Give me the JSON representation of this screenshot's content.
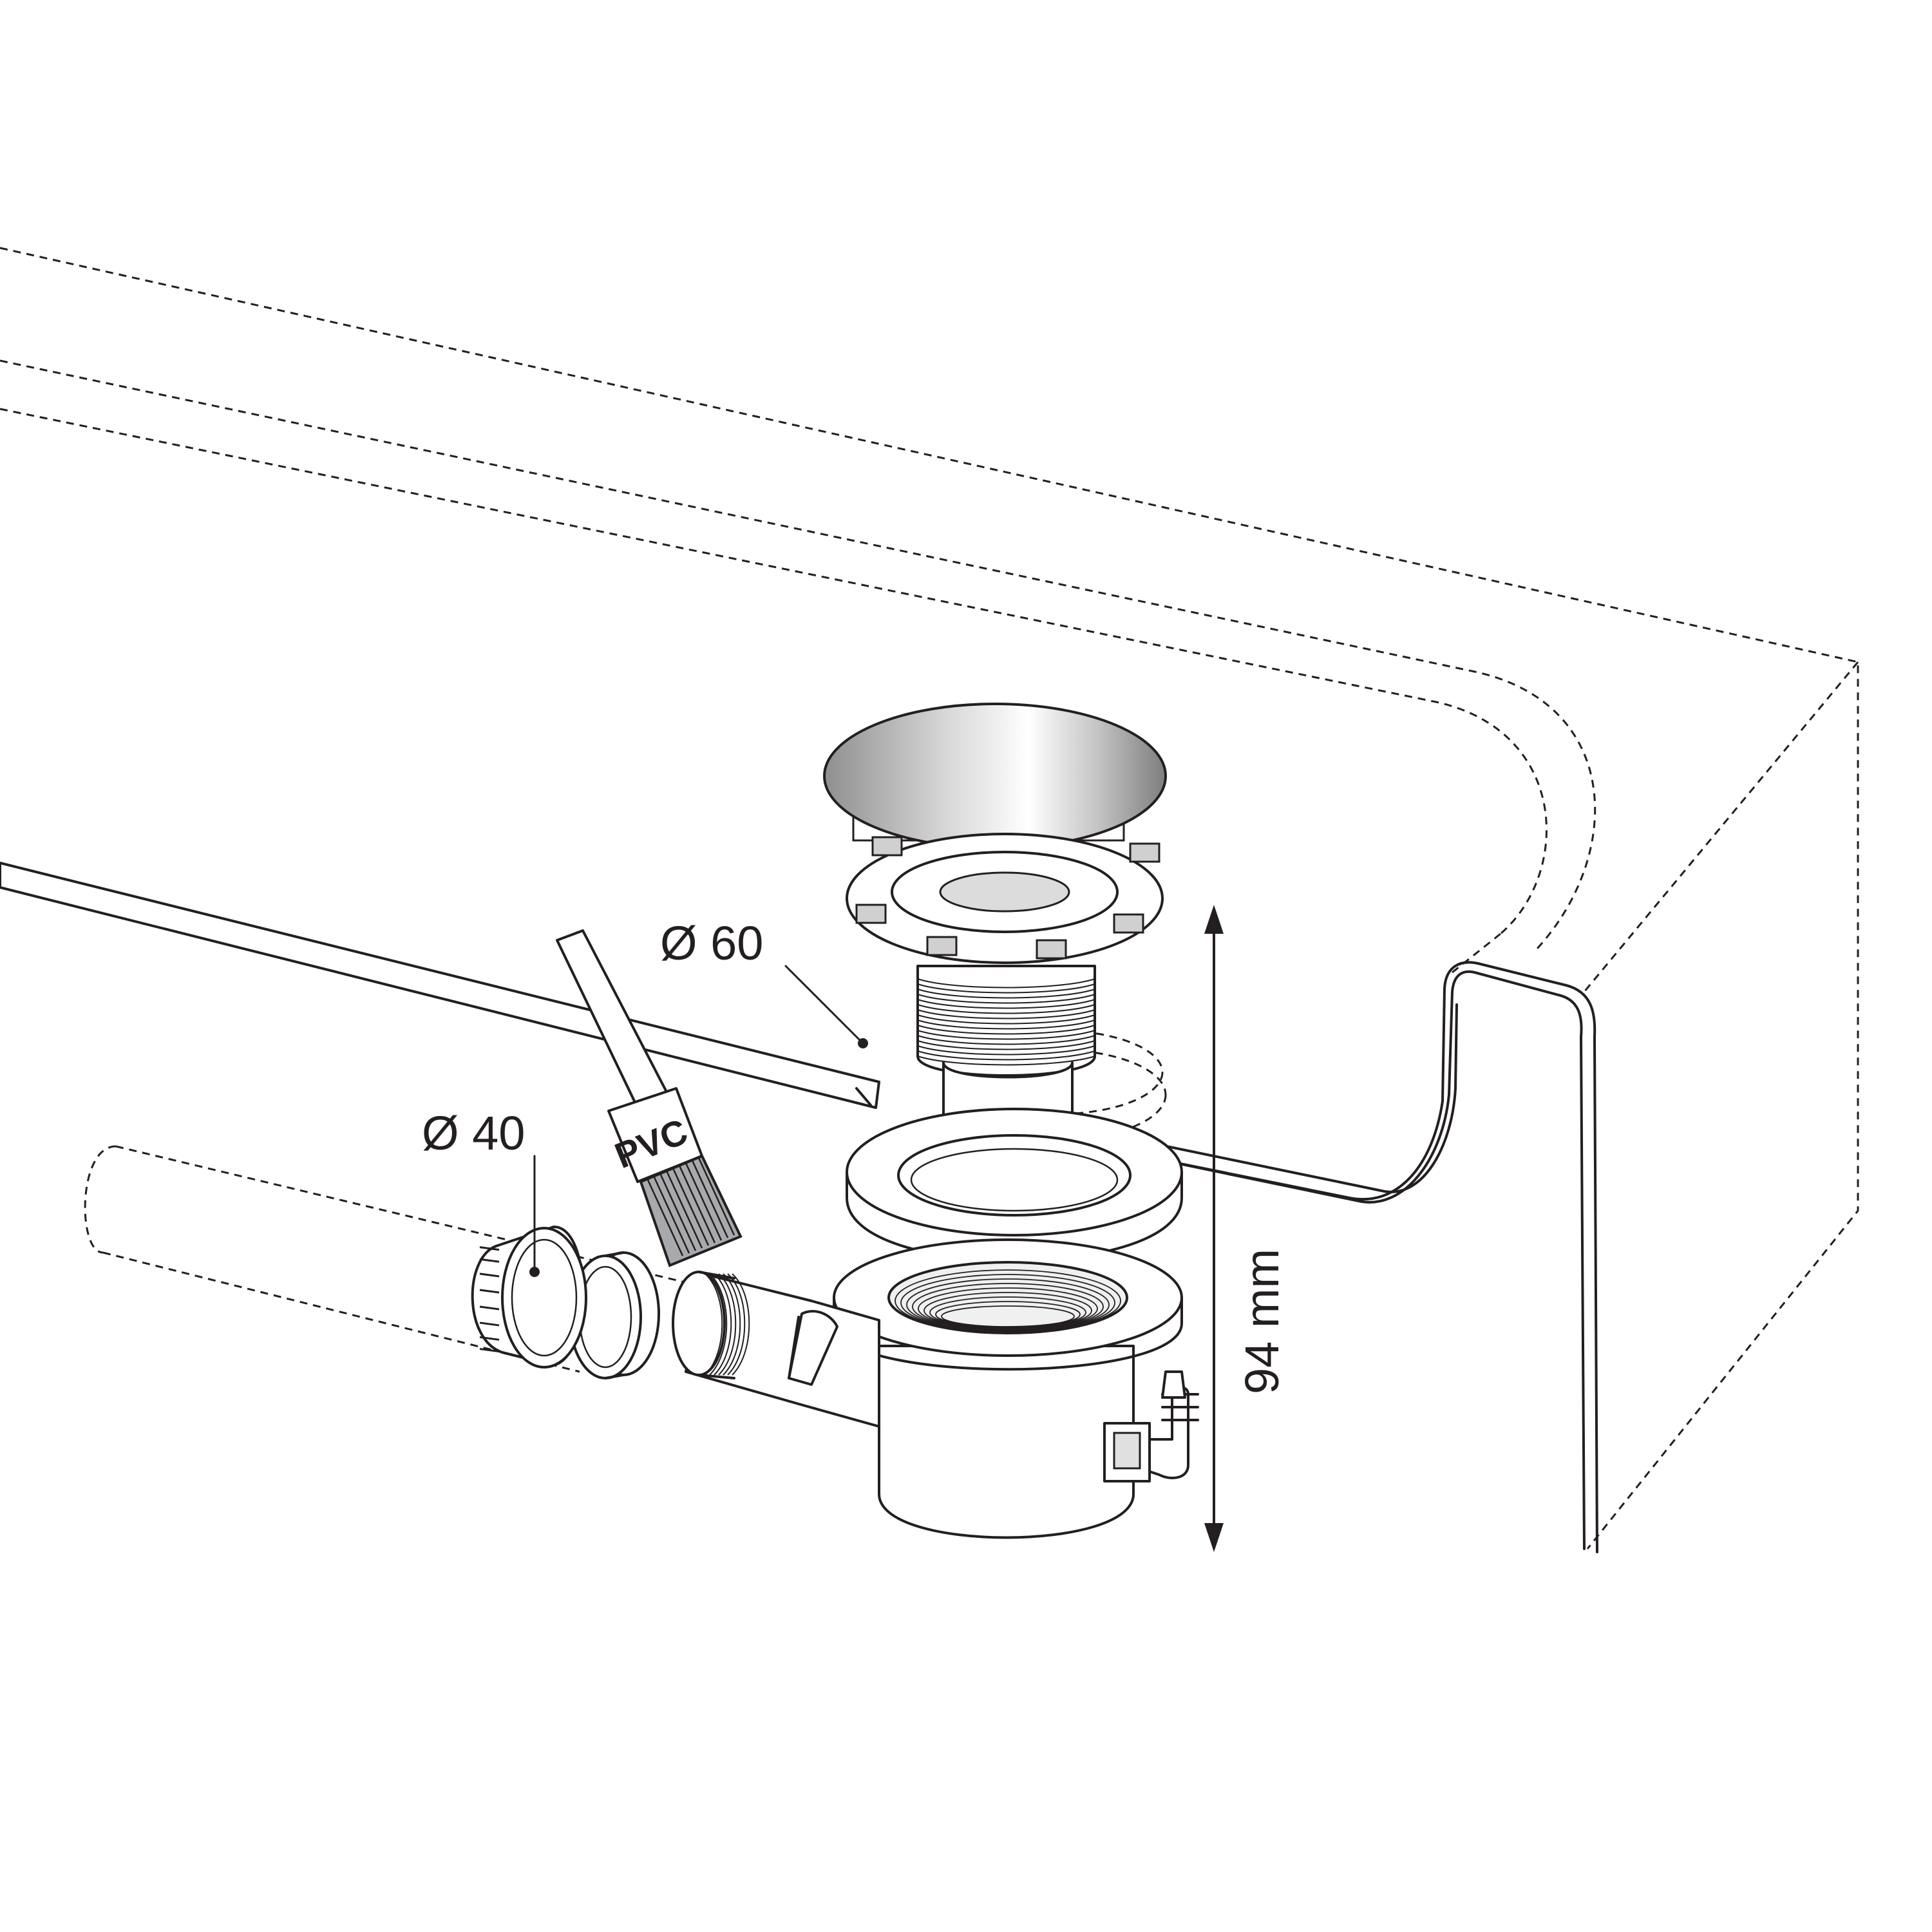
{
  "labels": {
    "dia_60": "Ø 60",
    "dia_40": "Ø 40",
    "height": "94 mm",
    "brush": "PVC"
  },
  "colors": {
    "line": "#231f20",
    "background": "#ffffff",
    "chrome_light": "#f2f2f2",
    "chrome_dark": "#8a8a8a",
    "brush_fill": "#a7a9ac"
  }
}
